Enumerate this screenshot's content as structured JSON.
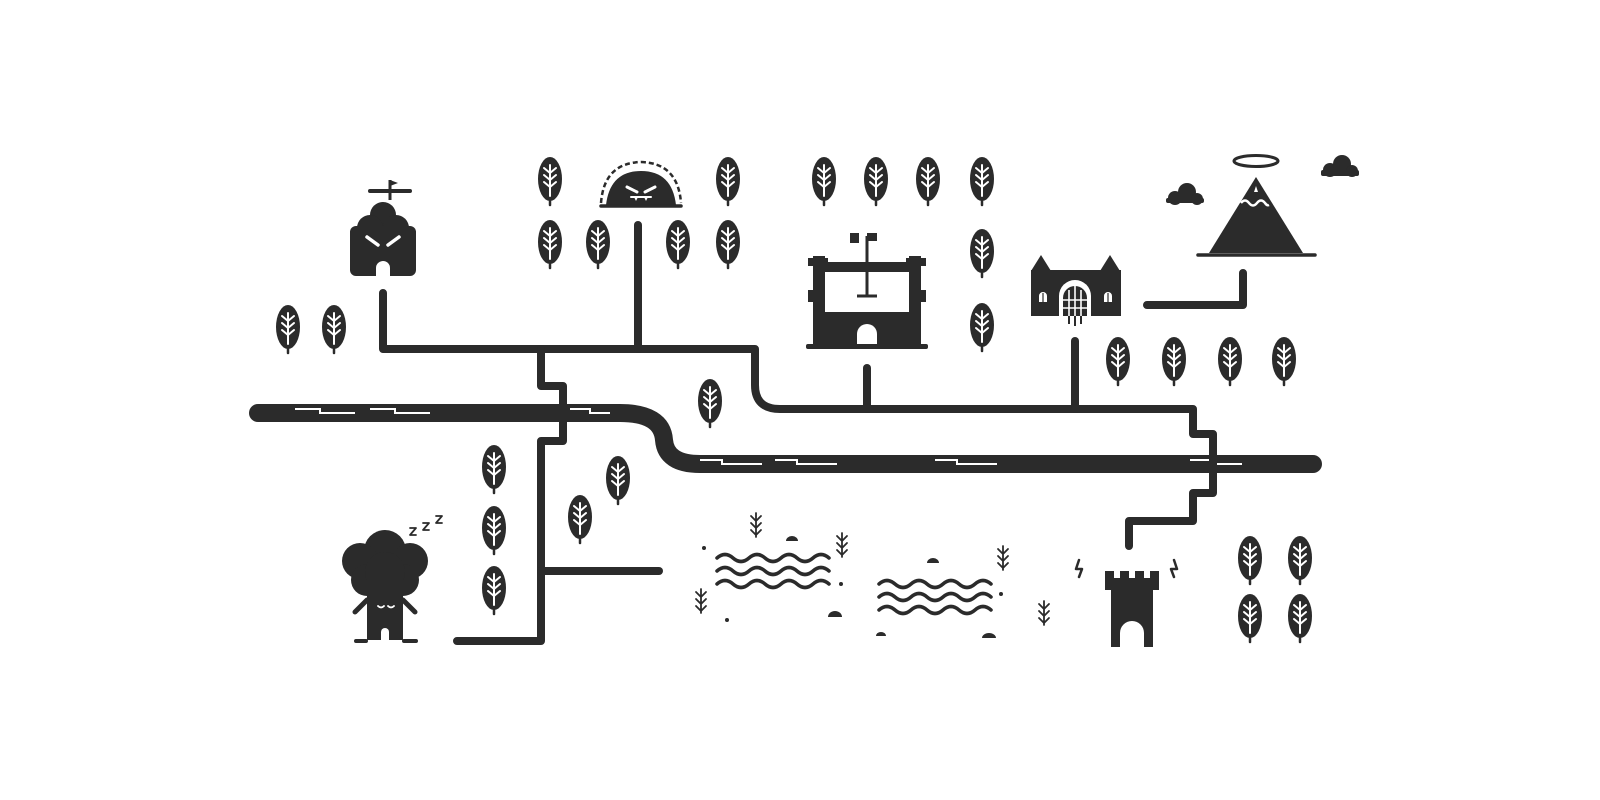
{
  "screen": "world-map",
  "palette": {
    "ink": "#2b2b2b",
    "paper": "#ffffff"
  },
  "levels": [
    {
      "id": "stone-hive",
      "icon": "angry-hive-icon"
    },
    {
      "id": "grumpy-mound",
      "icon": "grumpy-mound-icon"
    },
    {
      "id": "flag-castle",
      "icon": "castle-icon"
    },
    {
      "id": "gate-manor",
      "icon": "manor-icon"
    },
    {
      "id": "halo-mountain",
      "icon": "mountain-icon"
    },
    {
      "id": "sleepy-tree",
      "icon": "sleeping-tree-icon"
    },
    {
      "id": "storm-tower",
      "icon": "tower-icon"
    }
  ]
}
